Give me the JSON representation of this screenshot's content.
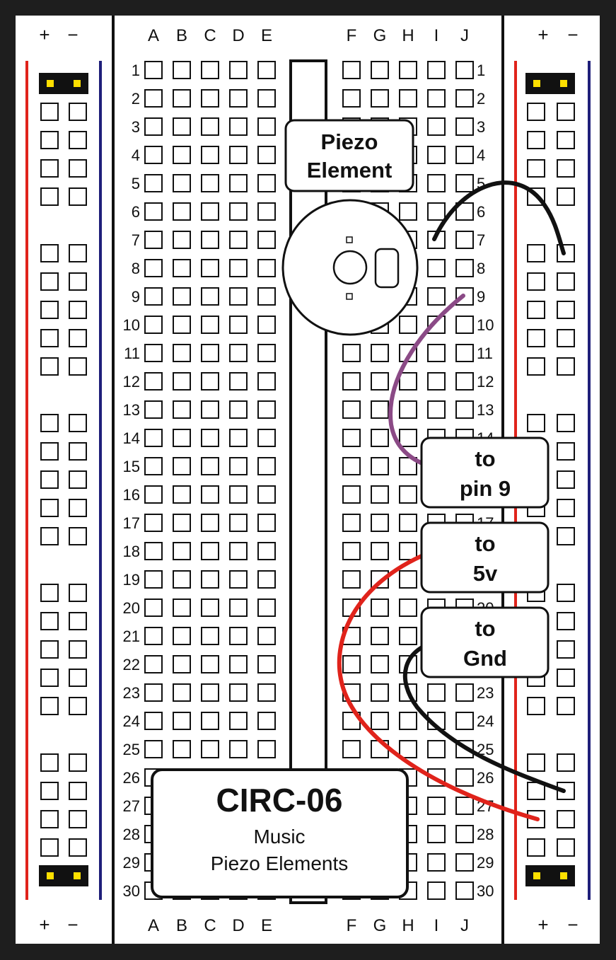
{
  "board": {
    "columns_left": [
      "A",
      "B",
      "C",
      "D",
      "E"
    ],
    "columns_right": [
      "F",
      "G",
      "H",
      "I",
      "J"
    ],
    "row_count": 30,
    "rail_plus": "+",
    "rail_minus": "−",
    "rail_colors": {
      "positive": "#e0231b",
      "negative": "#1f1f7a"
    }
  },
  "component": {
    "label_line1": "Piezo",
    "label_line2": "Element"
  },
  "wires": [
    {
      "name": "gnd-jumper",
      "color": "#111111"
    },
    {
      "name": "signal-wire",
      "color": "#8b4a86"
    },
    {
      "name": "power-wire",
      "color": "#e0231b"
    },
    {
      "name": "ground-wire",
      "color": "#111111"
    }
  ],
  "callouts": {
    "pin9": {
      "line1": "to",
      "line2": "pin 9"
    },
    "v5": {
      "line1": "to",
      "line2": "5v"
    },
    "gnd": {
      "line1": "to",
      "line2": "Gnd"
    }
  },
  "title_block": {
    "code": "CIRC-06",
    "line1": "Music",
    "line2": "Piezo Elements"
  }
}
